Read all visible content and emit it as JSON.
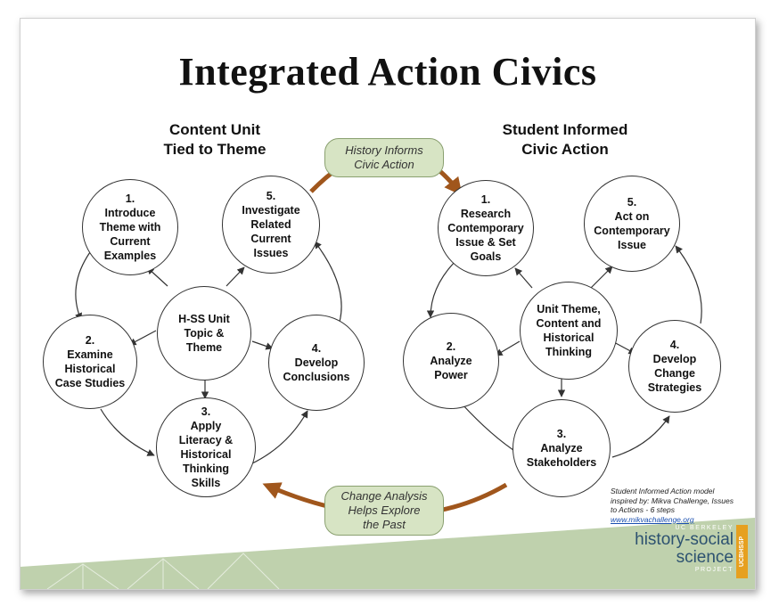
{
  "title": "Integrated Action Civics",
  "left_column": {
    "title": "Content Unit\nTied to Theme",
    "center": "H-SS Unit\nTopic &\nTheme",
    "steps": [
      "1.\nIntroduce\nTheme with\nCurrent\nExamples",
      "2.\nExamine\nHistorical\nCase Studies",
      "3.\nApply\nLiteracy &\nHistorical\nThinking\nSkills",
      "4.\nDevelop\nConclusions",
      "5.\nInvestigate\nRelated\nCurrent\nIssues"
    ]
  },
  "right_column": {
    "title": "Student Informed\nCivic Action",
    "center": "Unit Theme,\nContent and\nHistorical\nThinking",
    "steps": [
      "1.\nResearch\nContemporary\nIssue & Set\nGoals",
      "2.\nAnalyze\nPower",
      "3.\nAnalyze\nStakeholders",
      "4.\nDevelop\nChange\nStrategies",
      "5.\nAct on\nContemporary\nIssue"
    ]
  },
  "connectors": {
    "top": "History Informs\nCivic Action",
    "bottom": "Change Analysis\nHelps Explore\nthe Past"
  },
  "credit": {
    "line1": "Student Informed Action model",
    "line2": "inspired by: Mikva Challenge, Issues",
    "line3": "to Actions - 6 steps",
    "link": "www.mikvachallenge.org"
  },
  "logo": {
    "top": "UC BERKELEY",
    "line1": "history-social",
    "line2": "science",
    "bottom": "PROJECT",
    "badge": "UCBHSSP"
  },
  "colors": {
    "arc_arrow": "#a0561c",
    "pill_fill": "#d7e4c4",
    "footer_band": "#bfd1ad",
    "logo_text": "#2d5270",
    "badge": "#e6a020"
  }
}
